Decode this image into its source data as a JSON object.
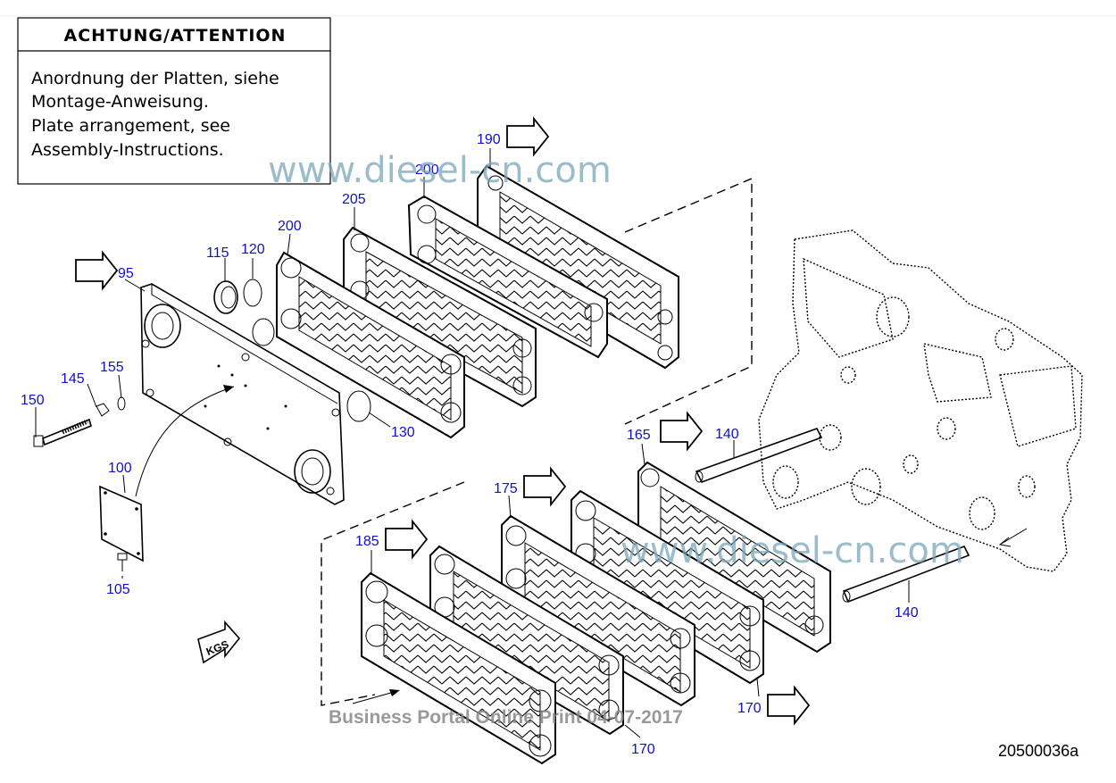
{
  "notice": {
    "title": "ACHTUNG/ATTENTION",
    "lines": [
      "Anordnung der Platten, siehe",
      "Montage-Anweisung.",
      "Plate arrangement, see",
      "Assembly-Instructions."
    ]
  },
  "callouts": {
    "c190": "190",
    "c200_top": "200",
    "c205": "205",
    "c200": "200",
    "c115": "115",
    "c120": "120",
    "c95": "95",
    "c145": "145",
    "c155": "155",
    "c150": "150",
    "c130": "130",
    "c100": "100",
    "c105": "105",
    "c165": "165",
    "c140_top": "140",
    "c175": "175",
    "c185": "185",
    "c140_bottom": "140",
    "c170_right": "170",
    "c170_bottom": "170"
  },
  "badge": {
    "kgs": "KGS"
  },
  "watermarks": {
    "top": "www.diesel-cn.com",
    "bottom": "www.diesel-cn.com",
    "portal": "Business Portal Online Print 04-07-2017"
  },
  "drawing_id": "20500036a",
  "colors": {
    "callout": "#1010c8",
    "watermark": "#7aa6b8"
  }
}
